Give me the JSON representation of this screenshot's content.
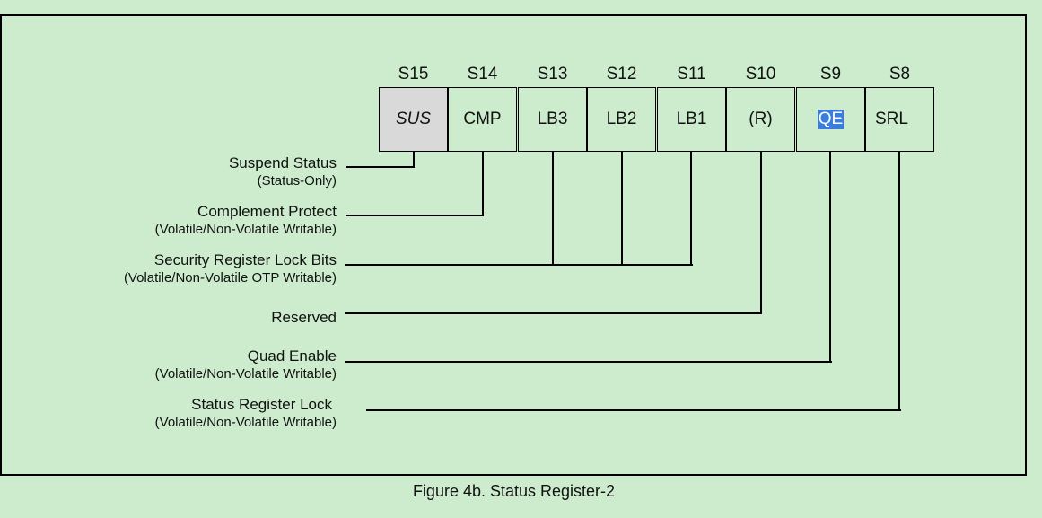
{
  "figure": {
    "caption": "Figure 4b. Status Register-2",
    "background_color": "#cdeccd",
    "highlight_color": "#3a7ddc"
  },
  "register": {
    "bits": [
      {
        "bit": "S15",
        "name": "SUS",
        "style": "italic-gray"
      },
      {
        "bit": "S14",
        "name": "CMP"
      },
      {
        "bit": "S13",
        "name": "LB3"
      },
      {
        "bit": "S12",
        "name": "LB2"
      },
      {
        "bit": "S11",
        "name": "LB1"
      },
      {
        "bit": "S10",
        "name": "(R)"
      },
      {
        "bit": "S9",
        "name": "QE",
        "style": "selected-highlight"
      },
      {
        "bit": "S8",
        "name": "SRL"
      }
    ]
  },
  "descriptions": [
    {
      "title": "Suspend Status",
      "subtitle": "(Status-Only)",
      "bits": [
        "S15"
      ]
    },
    {
      "title": "Complement Protect",
      "subtitle": "(Volatile/Non-Volatile Writable)",
      "bits": [
        "S14"
      ]
    },
    {
      "title": "Security Register Lock Bits",
      "subtitle": "(Volatile/Non-Volatile OTP Writable)",
      "bits": [
        "S13",
        "S12",
        "S11"
      ]
    },
    {
      "title": "Reserved",
      "subtitle": "",
      "bits": [
        "S10"
      ]
    },
    {
      "title": "Quad Enable",
      "subtitle": "(Volatile/Non-Volatile Writable)",
      "bits": [
        "S9"
      ]
    },
    {
      "title": "Status Register Lock",
      "subtitle": "(Volatile/Non-Volatile Writable)",
      "bits": [
        "S8"
      ]
    }
  ]
}
